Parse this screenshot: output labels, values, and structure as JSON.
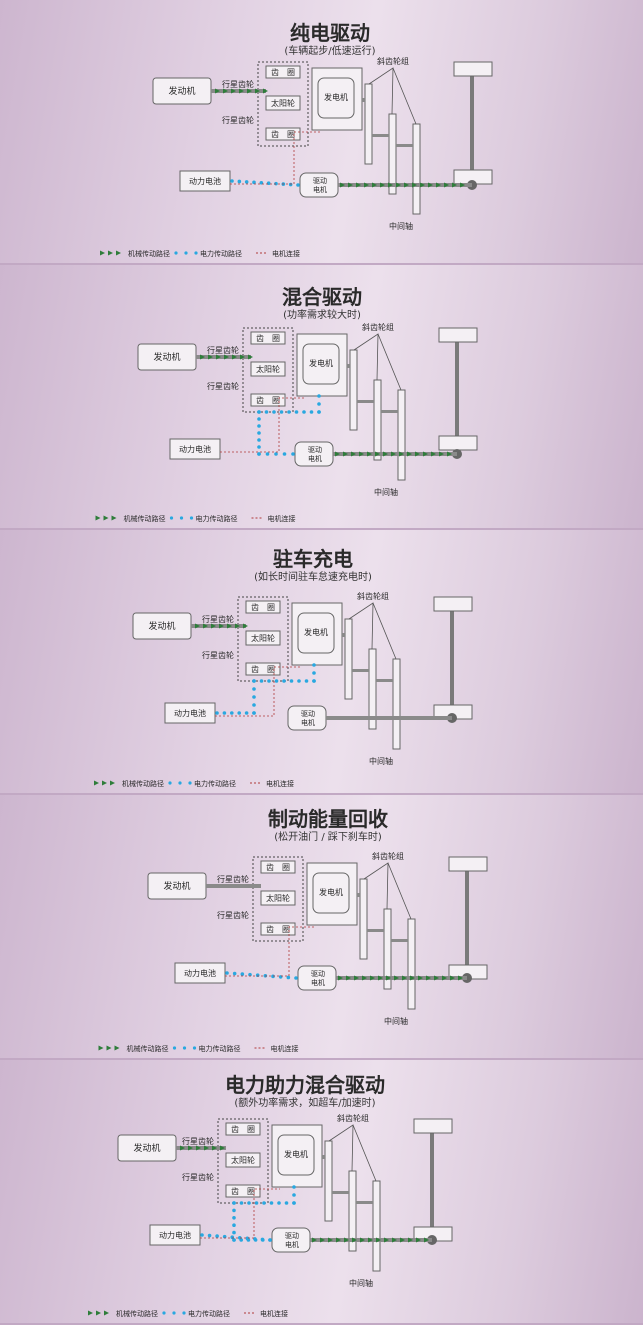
{
  "legend": {
    "mech": "机械传动路径",
    "elec": "电力传动路径",
    "wire": "电机连接"
  },
  "labels": {
    "engine": "发动机",
    "planet_gear": "行星齿轮",
    "ring_gear": "齿　圈",
    "sun_gear": "太阳轮",
    "generator": "发电机",
    "bevel_group": "斜齿轮组",
    "battery": "动力电池",
    "drive_motor_1": "驱动",
    "drive_motor_2": "电机",
    "mid_shaft": "中间轴"
  },
  "colors": {
    "mech_path": "#2e7d3a",
    "elec_path": "#29a8e0",
    "wire": "#b03a3a"
  },
  "panels": [
    {
      "title": "纯电驱动",
      "subtitle": "(车辆起步/低速运行)"
    },
    {
      "title": "混合驱动",
      "subtitle": "(功率需求较大时)"
    },
    {
      "title": "驻车充电",
      "subtitle": "(如长时间驻车怠速充电时)"
    },
    {
      "title": "制动能量回收",
      "subtitle": "(松开油门 / 踩下刹车时)"
    },
    {
      "title": "电力助力混合驱动",
      "subtitle": "(额外功率需求，如超车/加速时)"
    }
  ]
}
